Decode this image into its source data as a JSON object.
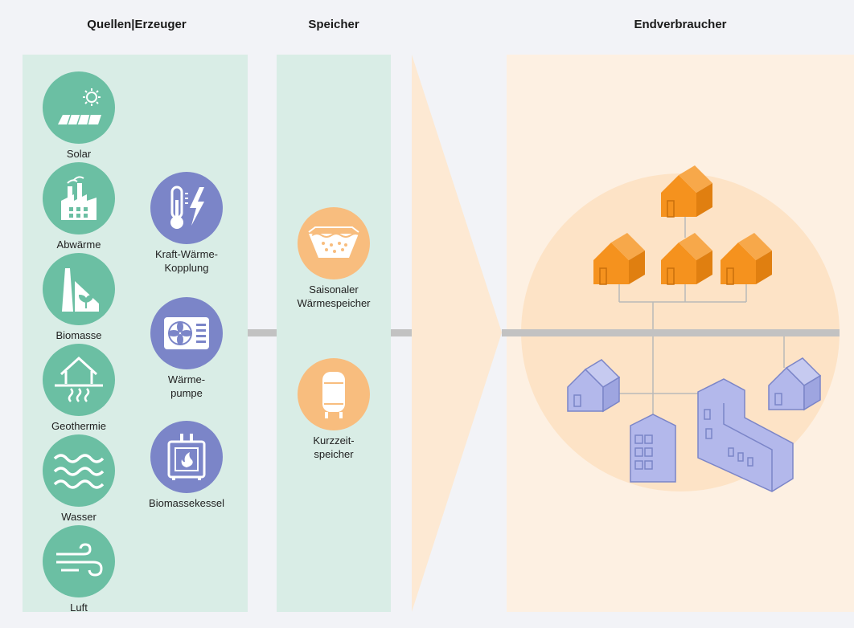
{
  "headers": {
    "sources": "Quellen|Erzeuger",
    "storage": "Speicher",
    "consumers": "Endverbraucher"
  },
  "sources_natural": [
    {
      "label": "Solar",
      "icon": "solar-panel-icon"
    },
    {
      "label": "Abwärme",
      "icon": "factory-icon"
    },
    {
      "label": "Biomasse",
      "icon": "greenhouse-icon"
    },
    {
      "label": "Geothermie",
      "icon": "geothermal-icon"
    },
    {
      "label": "Wasser",
      "icon": "water-waves-icon"
    },
    {
      "label": "Luft",
      "icon": "wind-icon"
    }
  ],
  "generators": [
    {
      "label_line1": "Kraft-Wärme-",
      "label_line2": "Kopplung",
      "icon": "thermometer-lightning-icon"
    },
    {
      "label_line1": "Wärme-",
      "label_line2": "pumpe",
      "icon": "heat-pump-icon"
    },
    {
      "label_line1": "Biomassekessel",
      "label_line2": "",
      "icon": "boiler-flame-icon"
    }
  ],
  "storage": [
    {
      "label_line1": "Saisonaler",
      "label_line2": "Wärmespeicher",
      "icon": "seasonal-storage-icon"
    },
    {
      "label_line1": "Kurzzeit-",
      "label_line2": "speicher",
      "icon": "tank-icon"
    }
  ],
  "colors": {
    "green_circle": "#6bbfa3",
    "purple_circle": "#7b85c8",
    "orange_circle": "#f8bd7e",
    "orange_house": "#f5921e",
    "purple_house": "#aab0e6",
    "pipe": "#c2c2c2",
    "panel_green": "#d9ede6",
    "panel_orange": "#fdf0e2"
  }
}
